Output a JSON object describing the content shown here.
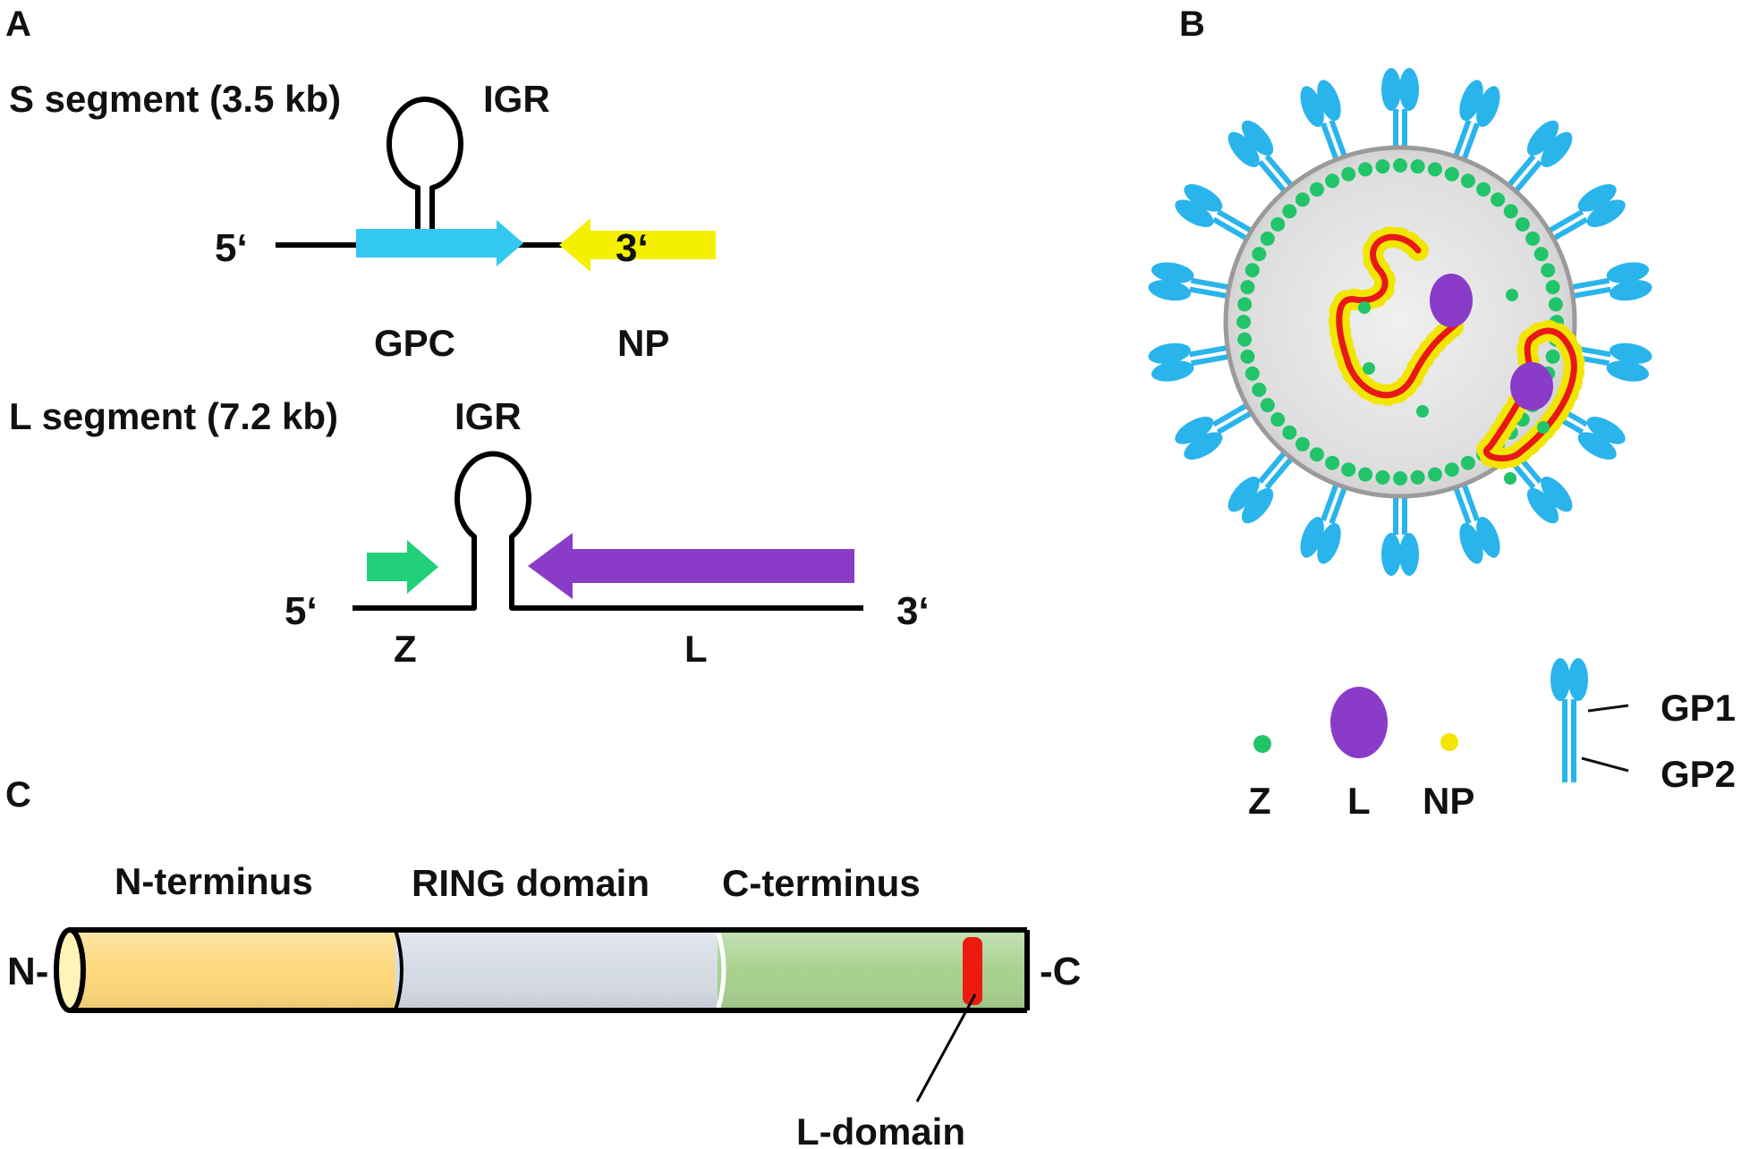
{
  "panel_a": {
    "letter": "A",
    "s_segment": {
      "title": "S segment (3.5 kb)",
      "igr": "IGR",
      "five_prime": "5‘",
      "three_prime": "3‘",
      "gene_left": "GPC",
      "gene_right": "NP",
      "color_left": "#33c8f0",
      "color_right": "#f5f000"
    },
    "l_segment": {
      "title": "L segment (7.2 kb)",
      "igr": "IGR",
      "five_prime": "5‘",
      "three_prime": "3‘",
      "gene_left": "Z",
      "gene_right": "L",
      "color_left": "#22d07a",
      "color_right": "#8a3cc8"
    }
  },
  "panel_b": {
    "letter": "B",
    "legend": {
      "z": "Z",
      "l": "L",
      "np": "NP",
      "gp1": "GP1",
      "gp2": "GP2"
    },
    "colors": {
      "z_protein": "#22c46a",
      "l_protein": "#8a3cc8",
      "np_protein": "#f2e600",
      "rna": "#e81818",
      "glycoprotein": "#2ab4ec"
    }
  },
  "panel_c": {
    "letter": "C",
    "domains": {
      "n_terminus": "N-terminus",
      "ring_domain": "RING domain",
      "c_terminus": "C-terminus"
    },
    "n_end": "N-",
    "c_end": "-C",
    "l_domain": "L-domain",
    "colors": {
      "n_terminus": "#fed87a",
      "ring_domain": "#d5dbe5",
      "c_terminus": "#a8d18f",
      "l_domain": "#ee1a10"
    }
  }
}
